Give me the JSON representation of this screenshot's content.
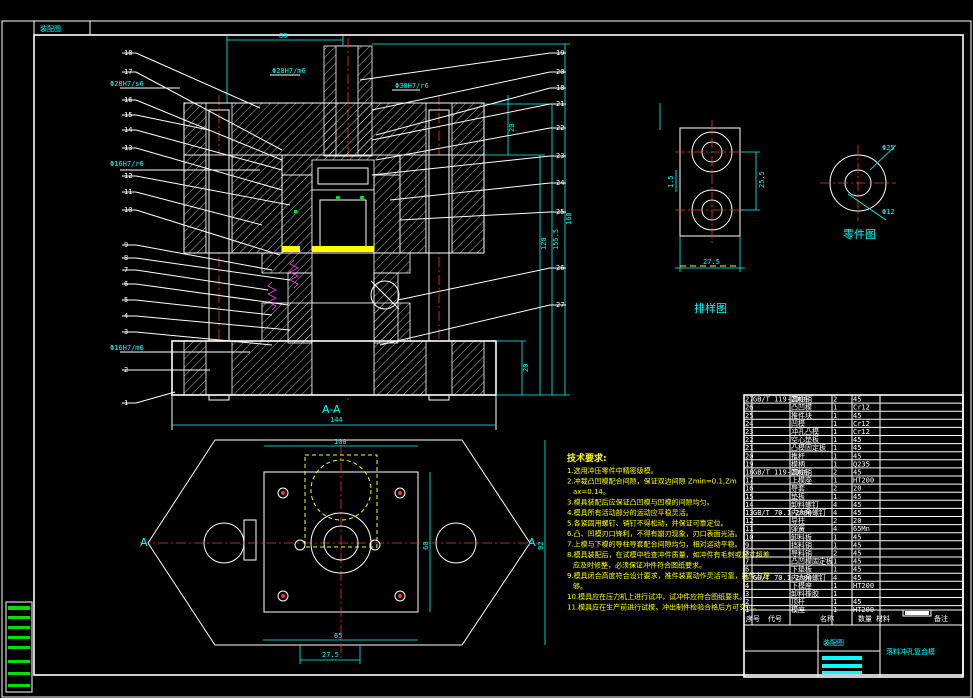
{
  "drawing": {
    "corner_tag": "装配图",
    "section_label": "A-A",
    "section_marker": "A",
    "labels": {
      "layout_view": "排样图",
      "part_view": "零件图"
    },
    "part_numbers_left": [
      "18",
      "17",
      "16",
      "15",
      "14",
      "13",
      "12",
      "11",
      "10",
      "9",
      "8",
      "7",
      "6",
      "5",
      "4",
      "3",
      "2",
      "1"
    ],
    "part_numbers_right": [
      "19",
      "20",
      "18",
      "21",
      "22",
      "23",
      "24",
      "25",
      "26",
      "27"
    ],
    "fits": [
      "Φ28H7/m6",
      "Φ38H7/r6",
      "Φ28H7/s6",
      "Φ16H7/r6",
      "Φ16H7/m6"
    ],
    "dims": {
      "top_width": "80",
      "bottom_width": "144",
      "plan_width": "100",
      "plan_inner": "65",
      "plan_height": "60",
      "plan_total": "92",
      "bottom_left": "27.5",
      "height_total": "168",
      "height_a": "155.5",
      "height_b": "120",
      "height_c": "20",
      "height_d": "20",
      "strip_pitch": "27.5",
      "strip_gap": "25.5",
      "strip_side": "1.5",
      "part_od": "Φ25",
      "part_id": "Φ12"
    }
  },
  "requirements": {
    "title": "技术要求:",
    "items": [
      "1.选用冲压零件中精密级模。",
      "2.冲裁凸凹模配合间隙，保证双边间隙 Zmin=0.1,Zmax=0.14。",
      "3.模具装配后应保证凸凹模与凹模的间隙均匀。",
      "4.模具所有活动部分的运动应平稳灵活。",
      "5.各紧固用螺钉、销钉不得松动，并保证可靠定位。",
      "6.凸、凹模刃口锋利，不得有崩刃现象，刃口表面光洁。",
      "7.上模与下模的导柱导套配合间隙均匀，相对运动平稳。",
      "8.模具装配后，在试模中检查冲件质量，如冲件有毛刺或尺寸超差应及时修整，必须保证冲件符合图纸要求。",
      "9.模具闭合高度符合设计要求，推件装置动作灵活可靠，推件力足够。",
      "10.模具应在压力机上进行试冲，试冲件应符合图纸要求。",
      "11.模具应在生产前进行试模，冲出制件检验合格后方可交付。"
    ]
  },
  "title_block": {
    "header": [
      "序号",
      "代号",
      "名称",
      "数量",
      "材料",
      "备注"
    ],
    "drawing_name": "落料冲孔复合模",
    "drawing_type": "装配图",
    "rows": [
      [
        "27",
        "GB/T 119-2000",
        "圆柱销",
        "2",
        "45",
        ""
      ],
      [
        "26",
        "",
        "凸凹模",
        "1",
        "Cr12",
        ""
      ],
      [
        "25",
        "",
        "推件块",
        "1",
        "45",
        ""
      ],
      [
        "24",
        "",
        "凹模",
        "1",
        "Cr12",
        ""
      ],
      [
        "23",
        "",
        "冲孔凸模",
        "1",
        "Cr12",
        ""
      ],
      [
        "22",
        "",
        "空心垫板",
        "1",
        "45",
        ""
      ],
      [
        "21",
        "",
        "凸模固定板",
        "1",
        "45",
        ""
      ],
      [
        "20",
        "",
        "推杆",
        "1",
        "45",
        ""
      ],
      [
        "19",
        "",
        "模柄",
        "1",
        "Q235",
        ""
      ],
      [
        "18",
        "GB/T 119-2000",
        "圆柱销",
        "2",
        "45",
        ""
      ],
      [
        "17",
        "",
        "上模座",
        "1",
        "HT200",
        ""
      ],
      [
        "16",
        "",
        "导套",
        "2",
        "20",
        ""
      ],
      [
        "15",
        "",
        "垫板",
        "1",
        "45",
        ""
      ],
      [
        "14",
        "",
        "卸料螺钉",
        "4",
        "45",
        ""
      ],
      [
        "13",
        "GB/T 70.1-2000",
        "内六角螺钉",
        "4",
        "45",
        ""
      ],
      [
        "12",
        "",
        "导柱",
        "2",
        "20",
        ""
      ],
      [
        "11",
        "",
        "弹簧",
        "4",
        "65Mn",
        ""
      ],
      [
        "10",
        "",
        "卸料板",
        "1",
        "45",
        ""
      ],
      [
        "9",
        "",
        "挡料销",
        "1",
        "45",
        ""
      ],
      [
        "8",
        "",
        "导料销",
        "2",
        "45",
        ""
      ],
      [
        "7",
        "",
        "凸凹模固定板",
        "1",
        "45",
        ""
      ],
      [
        "6",
        "",
        "下垫板",
        "1",
        "45",
        ""
      ],
      [
        "5",
        "GB/T 70.1-2000",
        "内六角螺钉",
        "4",
        "45",
        ""
      ],
      [
        "4",
        "",
        "下模座",
        "1",
        "HT200",
        ""
      ],
      [
        "3",
        "",
        "卸料橡胶",
        "1",
        "",
        ""
      ],
      [
        "2",
        "",
        "顶杆",
        "1",
        "45",
        ""
      ],
      [
        "1",
        "",
        "模座",
        "1",
        "HT200",
        ""
      ]
    ]
  }
}
